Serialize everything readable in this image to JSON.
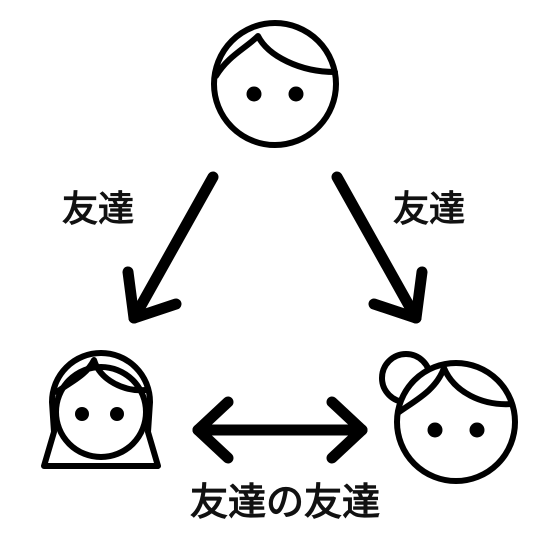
{
  "labels": {
    "left_edge": "友達",
    "right_edge": "友達",
    "bottom_edge": "友達の友達"
  },
  "nodes": [
    {
      "id": "top-person",
      "icon": "person-face-short-hair-icon"
    },
    {
      "id": "left-person",
      "icon": "person-face-long-hair-icon"
    },
    {
      "id": "right-person",
      "icon": "person-face-bun-hair-icon"
    }
  ],
  "edges": [
    {
      "from": "top-person",
      "to": "left-person",
      "type": "arrow",
      "label_key": "left_edge"
    },
    {
      "from": "top-person",
      "to": "right-person",
      "type": "arrow",
      "label_key": "right_edge"
    },
    {
      "from": "left-person",
      "to": "right-person",
      "type": "double-arrow",
      "label_key": "bottom_edge"
    }
  ],
  "colors": {
    "stroke": "#000000",
    "background": "#ffffff"
  }
}
